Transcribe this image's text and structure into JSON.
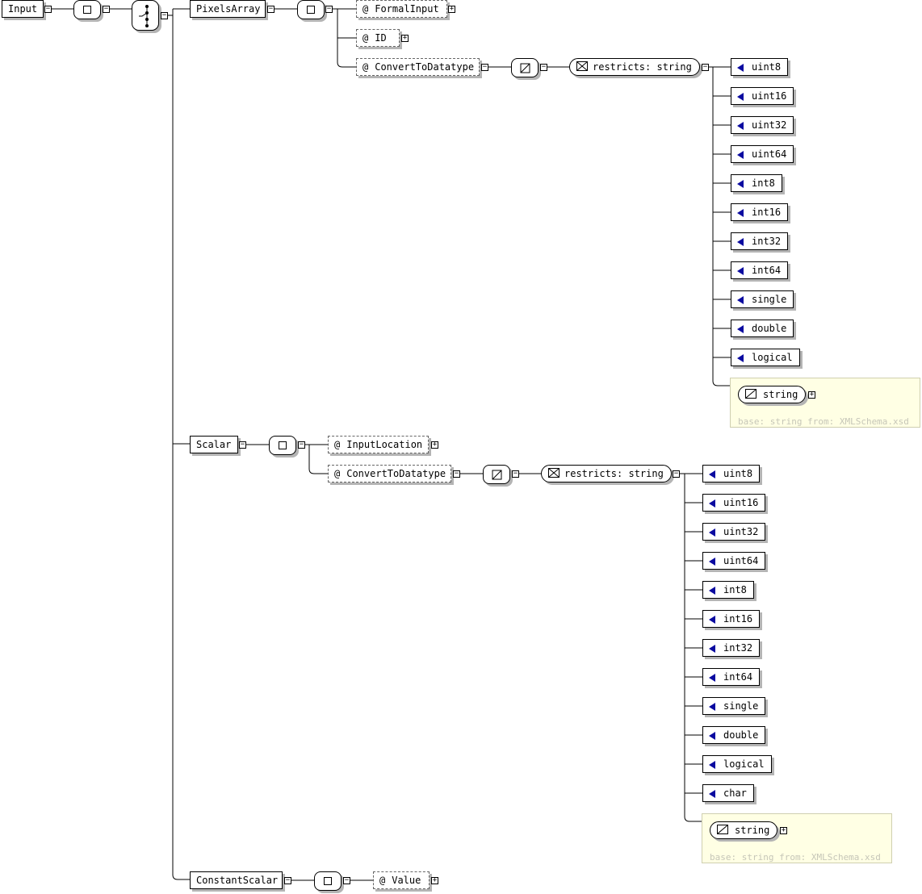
{
  "root": {
    "label": "Input"
  },
  "pixels_array": {
    "label": "PixelsArray",
    "attributes": [
      {
        "symbol": "@",
        "label": "FormalInput"
      },
      {
        "symbol": "@",
        "label": "ID"
      },
      {
        "symbol": "@",
        "label": "ConvertToDatatype"
      }
    ],
    "restriction": "restricts: string",
    "enumerations": [
      "uint8",
      "uint16",
      "uint32",
      "uint64",
      "int8",
      "int16",
      "int32",
      "int64",
      "single",
      "double",
      "logical"
    ],
    "union_member": "string",
    "base_note": "base: string from: XMLSchema.xsd"
  },
  "scalar": {
    "label": "Scalar",
    "attributes": [
      {
        "symbol": "@",
        "label": "InputLocation"
      },
      {
        "symbol": "@",
        "label": "ConvertToDatatype"
      }
    ],
    "restriction": "restricts: string",
    "enumerations": [
      "uint8",
      "uint16",
      "uint32",
      "uint64",
      "int8",
      "int16",
      "int32",
      "int64",
      "single",
      "double",
      "logical",
      "char"
    ],
    "union_member": "string",
    "base_note": "base: string from: XMLSchema.xsd"
  },
  "constant_scalar": {
    "label": "ConstantScalar",
    "attributes": [
      {
        "symbol": "@",
        "label": "Value"
      }
    ]
  },
  "icons": {
    "expander": "minus-box-icon",
    "collapsed": "plus-box-icon",
    "sequence": "sequence-compositor-icon",
    "choice": "choice-compositor-icon",
    "simple_type": "simple-type-icon",
    "restriction": "restriction-icon",
    "enumeration": "enumeration-triangle-icon"
  },
  "colors": {
    "enumeration_marker": "#0a0aa0",
    "note_background": "#ffffe4",
    "shadow": "#b4b4b4"
  }
}
